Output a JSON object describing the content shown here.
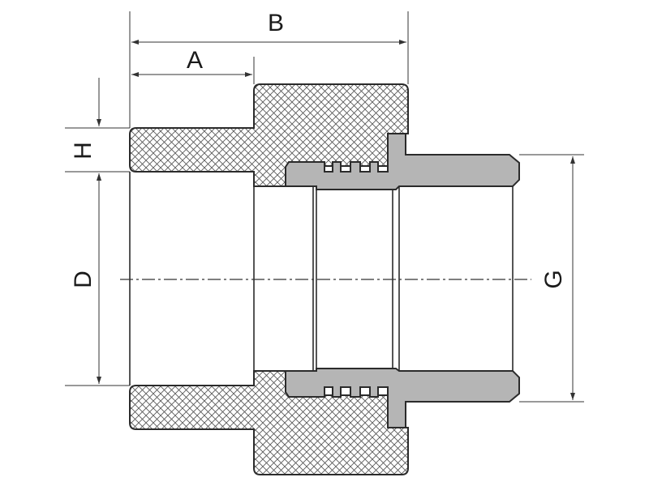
{
  "diagram": {
    "labels": {
      "A": "A",
      "B": "B",
      "H": "H",
      "D": "D",
      "G": "G"
    },
    "colors": {
      "outline": "#2b2b2b",
      "hatch_fill": "#ffffff",
      "hatch_line": "#555555",
      "insert_fill": "#b5b5b5",
      "bore_fill": "#ffffff",
      "dim_line": "#333333"
    }
  }
}
